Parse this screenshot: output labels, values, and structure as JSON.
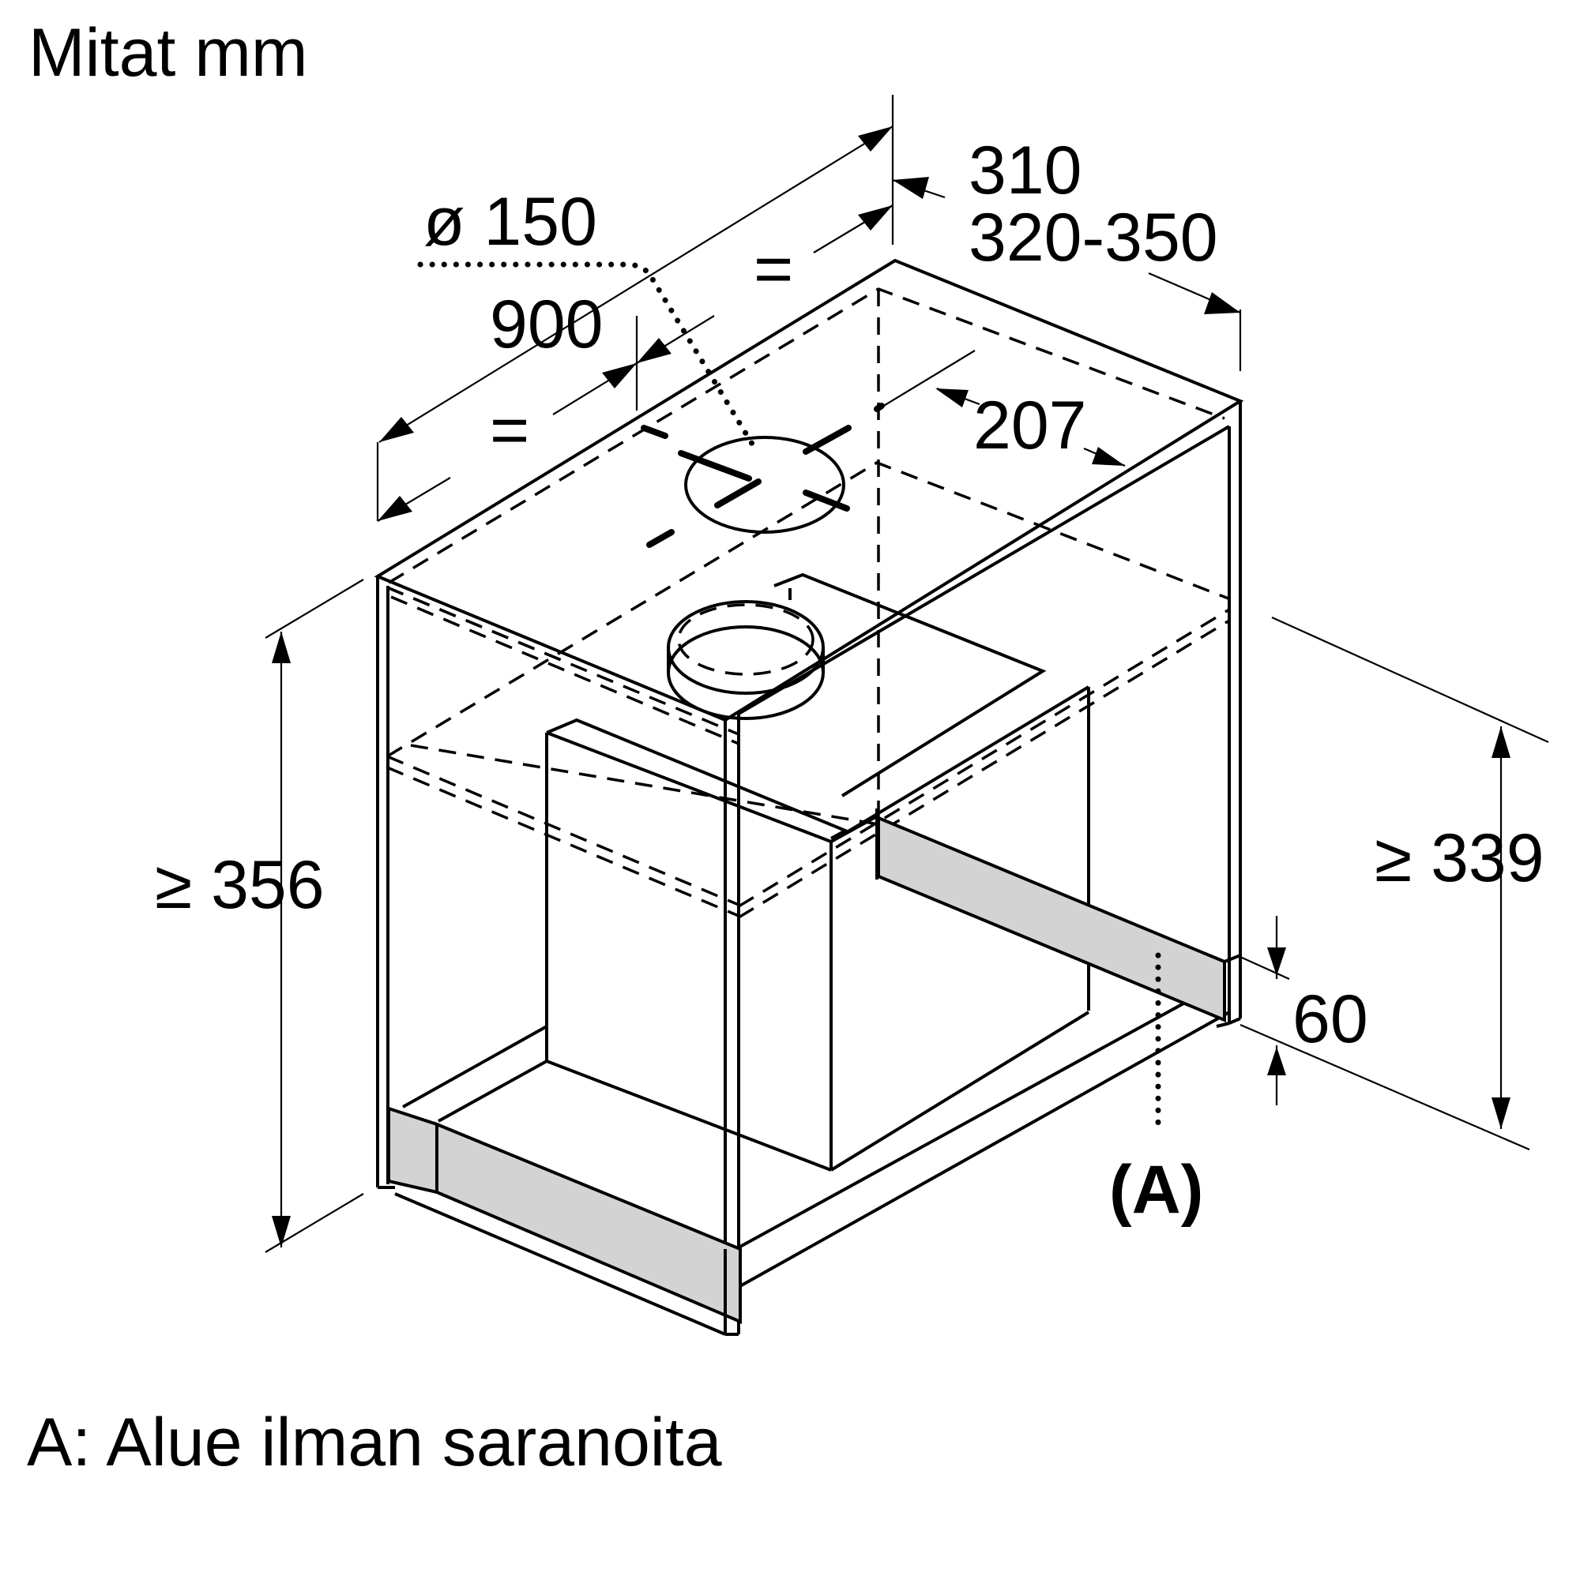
{
  "header": {
    "title": "Mitat mm"
  },
  "dimensions": {
    "diameter": "ø 150",
    "width": "900",
    "depth_unit": "310",
    "depth_cabinet": "320-350",
    "offset": "207",
    "equal_left": "=",
    "equal_right": "=",
    "height_left": "≥ 356",
    "height_right": "≥ 339",
    "bottom_strip": "60",
    "zone_marker": "(A)"
  },
  "footer": {
    "note": "A: Alue ilman saranoita"
  },
  "colors": {
    "line": "#000000",
    "shade": "#d3d3d3",
    "background": "#ffffff"
  }
}
